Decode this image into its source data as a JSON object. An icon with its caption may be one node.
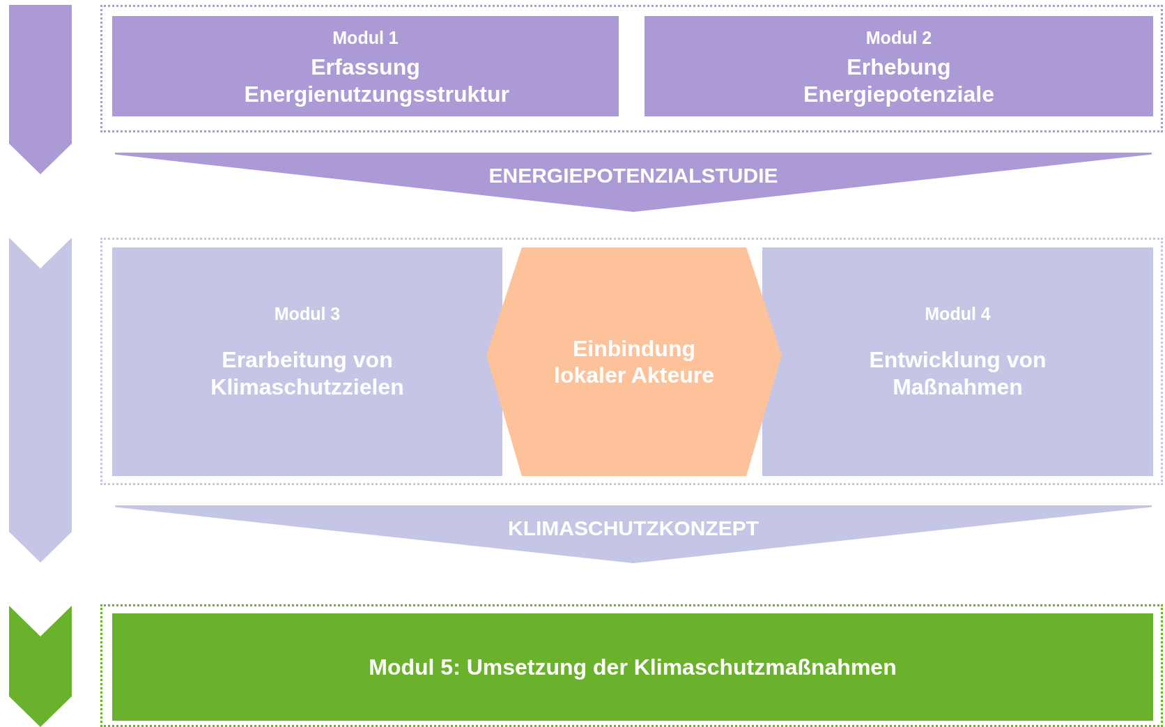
{
  "diagram": {
    "nodes": [
      {
        "text": [],
        "shape": "box"
      },
      {
        "text": [
          "Modul 1",
          "Erfassung Energienutzungsstruktur"
        ],
        "in": 0
      },
      {
        "text": [
          "Modul 2",
          "Erhebung Energiepotenziale"
        ],
        "in": 0
      },
      {
        "text": [
          "ENERGIEPOTENZIALSTUDIE"
        ]
      },
      {
        "text": [],
        "shape": "box"
      },
      {
        "text": [
          "Modul 3",
          "Erarbeitung von Klimaschutzzielen"
        ],
        "in": 4
      },
      {
        "text": [
          "Einbindung lokaler Akteure"
        ],
        "in": 4
      },
      {
        "text": [
          "Modul 4",
          "Entwicklung von Maßnahmen"
        ],
        "in": 4
      },
      {
        "text": [
          "KLIMASCHUTZKONZEPT"
        ]
      },
      {
        "text": [],
        "shape": "box"
      },
      {
        "text": [
          "Modul 5: Umsetzung der Klimaschutzmaßnahmen"
        ],
        "in": 9
      }
    ]
  }
}
